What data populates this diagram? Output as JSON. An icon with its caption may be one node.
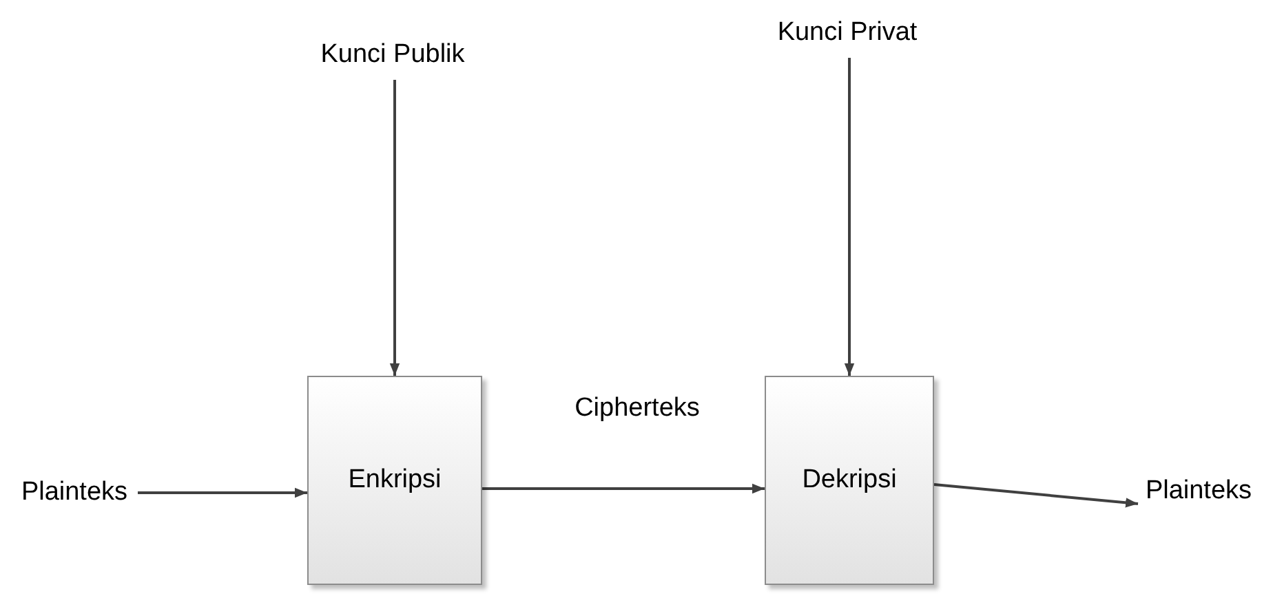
{
  "diagram": {
    "nodes": [
      {
        "text": [
          "Kunci Publik"
        ]
      },
      {
        "text": [
          "Kunci Privat"
        ]
      },
      {
        "text": [
          "Plainteks"
        ]
      },
      {
        "text": [
          "Enkripsi"
        ]
      },
      {
        "text": [
          "Dekripsi"
        ]
      },
      {
        "text": [
          "Plainteks"
        ]
      }
    ],
    "edges": [
      {
        "from": 0,
        "to": 3,
        "arrow": "to"
      },
      {
        "from": 1,
        "to": 4,
        "arrow": "to"
      },
      {
        "from": 2,
        "to": 3,
        "arrow": "to"
      },
      {
        "from": 3,
        "to": 4,
        "arrow": "to",
        "label": "Cipherteks"
      },
      {
        "from": 4,
        "to": 5,
        "arrow": "to"
      }
    ]
  }
}
